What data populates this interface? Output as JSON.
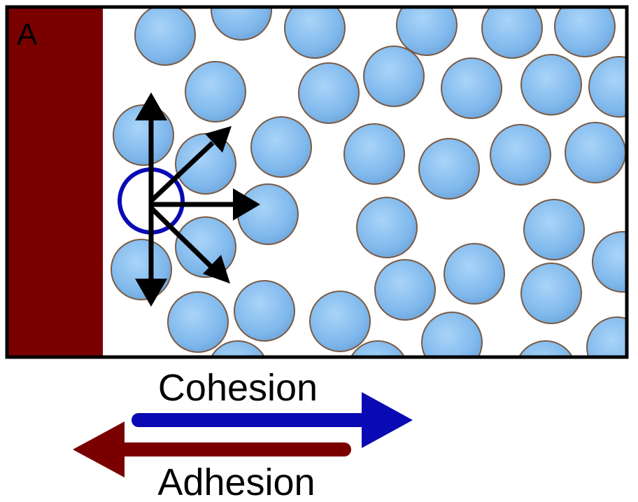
{
  "panel": {
    "label": "A"
  },
  "legend": {
    "cohesion_label": "Cohesion",
    "adhesion_label": "Adhesion"
  },
  "colors": {
    "wall": "#7a0000",
    "cohesion_arrow": "#0a0ab4",
    "adhesion_arrow": "#7a0000",
    "molecule_fill": "#7fb8ec",
    "molecule_highlight": "#a9d4f8",
    "molecule_edge": "#7a5a44",
    "highlight_ring": "#0a0ab4",
    "force_arrow": "#000000"
  }
}
